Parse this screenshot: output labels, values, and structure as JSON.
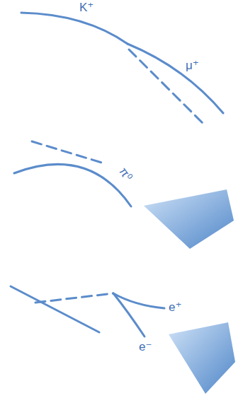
{
  "diagram": {
    "labels": [
      "K⁺",
      "μ⁺",
      "π⁰",
      "e⁺",
      "e⁻"
    ]
  }
}
